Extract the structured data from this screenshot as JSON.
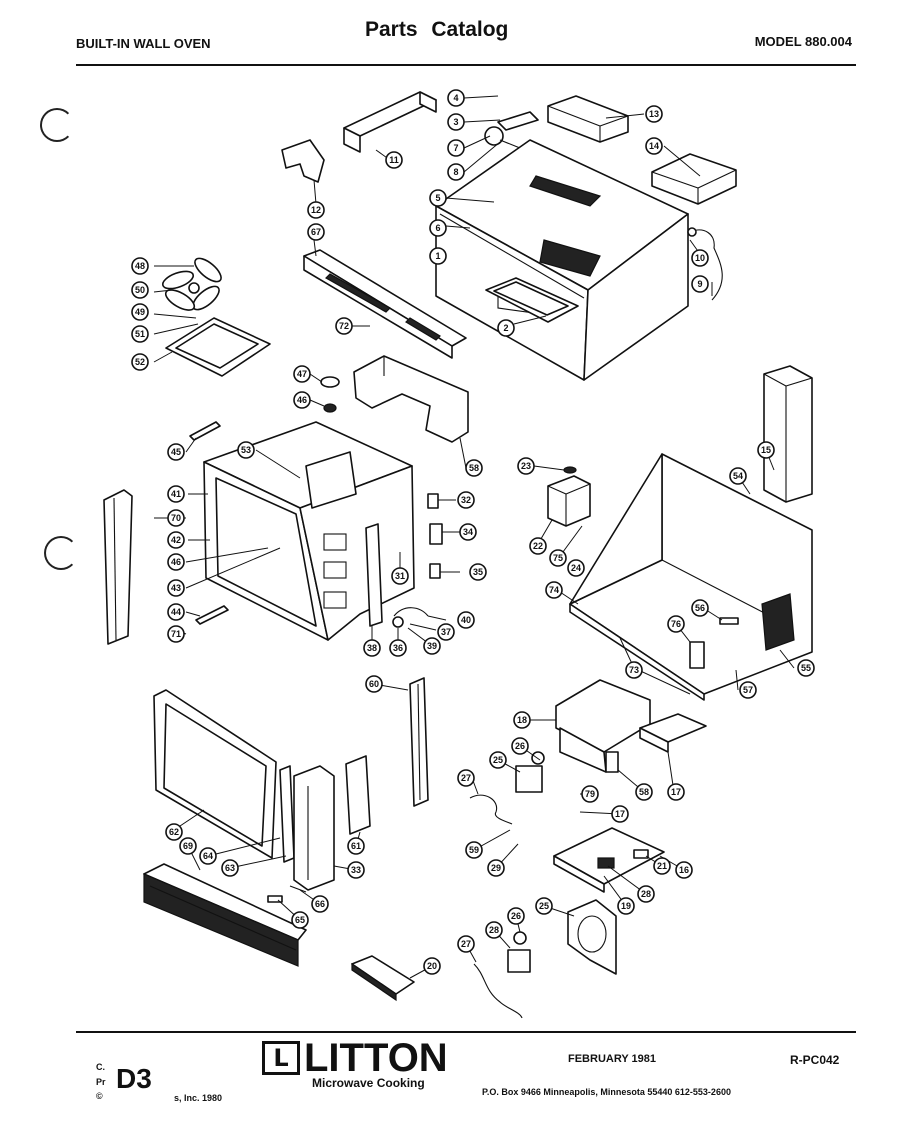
{
  "header": {
    "left_title": "BUILT-IN WALL OVEN",
    "center_title": "Parts  Catalog",
    "model": "MODEL 880.004"
  },
  "callouts": [
    {
      "label": "4"
    },
    {
      "label": "3"
    },
    {
      "label": "7"
    },
    {
      "label": "8"
    },
    {
      "label": "13"
    },
    {
      "label": "14"
    },
    {
      "label": "11"
    },
    {
      "label": "12"
    },
    {
      "label": "5"
    },
    {
      "label": "6"
    },
    {
      "label": "1"
    },
    {
      "label": "2"
    },
    {
      "label": "10"
    },
    {
      "label": "9"
    },
    {
      "label": "67"
    },
    {
      "label": "72"
    },
    {
      "label": "48"
    },
    {
      "label": "50"
    },
    {
      "label": "49"
    },
    {
      "label": "51"
    },
    {
      "label": "52"
    },
    {
      "label": "47"
    },
    {
      "label": "46"
    },
    {
      "label": "58"
    },
    {
      "label": "45"
    },
    {
      "label": "53"
    },
    {
      "label": "15"
    },
    {
      "label": "54"
    },
    {
      "label": "23"
    },
    {
      "label": "41"
    },
    {
      "label": "32"
    },
    {
      "label": "70"
    },
    {
      "label": "42"
    },
    {
      "label": "34"
    },
    {
      "label": "22"
    },
    {
      "label": "75"
    },
    {
      "label": "24"
    },
    {
      "label": "46"
    },
    {
      "label": "31"
    },
    {
      "label": "35"
    },
    {
      "label": "43"
    },
    {
      "label": "74"
    },
    {
      "label": "44"
    },
    {
      "label": "56"
    },
    {
      "label": "40"
    },
    {
      "label": "71"
    },
    {
      "label": "37"
    },
    {
      "label": "76"
    },
    {
      "label": "38"
    },
    {
      "label": "39"
    },
    {
      "label": "36"
    },
    {
      "label": "55"
    },
    {
      "label": "73"
    },
    {
      "label": "57"
    },
    {
      "label": "60"
    },
    {
      "label": "18"
    },
    {
      "label": "26"
    },
    {
      "label": "25"
    },
    {
      "label": "79"
    },
    {
      "label": "58"
    },
    {
      "label": "17"
    },
    {
      "label": "27"
    },
    {
      "label": "17"
    },
    {
      "label": "61"
    },
    {
      "label": "59"
    },
    {
      "label": "62"
    },
    {
      "label": "69"
    },
    {
      "label": "64"
    },
    {
      "label": "63"
    },
    {
      "label": "33"
    },
    {
      "label": "29"
    },
    {
      "label": "21"
    },
    {
      "label": "16"
    },
    {
      "label": "28"
    },
    {
      "label": "19"
    },
    {
      "label": "66"
    },
    {
      "label": "65"
    },
    {
      "label": "25"
    },
    {
      "label": "26"
    },
    {
      "label": "27"
    },
    {
      "label": "28"
    },
    {
      "label": "20"
    }
  ],
  "footer": {
    "logo_mark": "L",
    "logo_name": "LITTON",
    "logo_sub": "Microwave Cooking",
    "date": "FEBRUARY 1981",
    "part_number": "R-PC042",
    "address": "P.O. Box 9466 Minneapolis, Minnesota 55440 612-553-2600",
    "page_code": "D3",
    "copyright_fragment": "s, Inc. 1980",
    "left_marks": [
      "C.",
      "Pr",
      "©"
    ]
  }
}
